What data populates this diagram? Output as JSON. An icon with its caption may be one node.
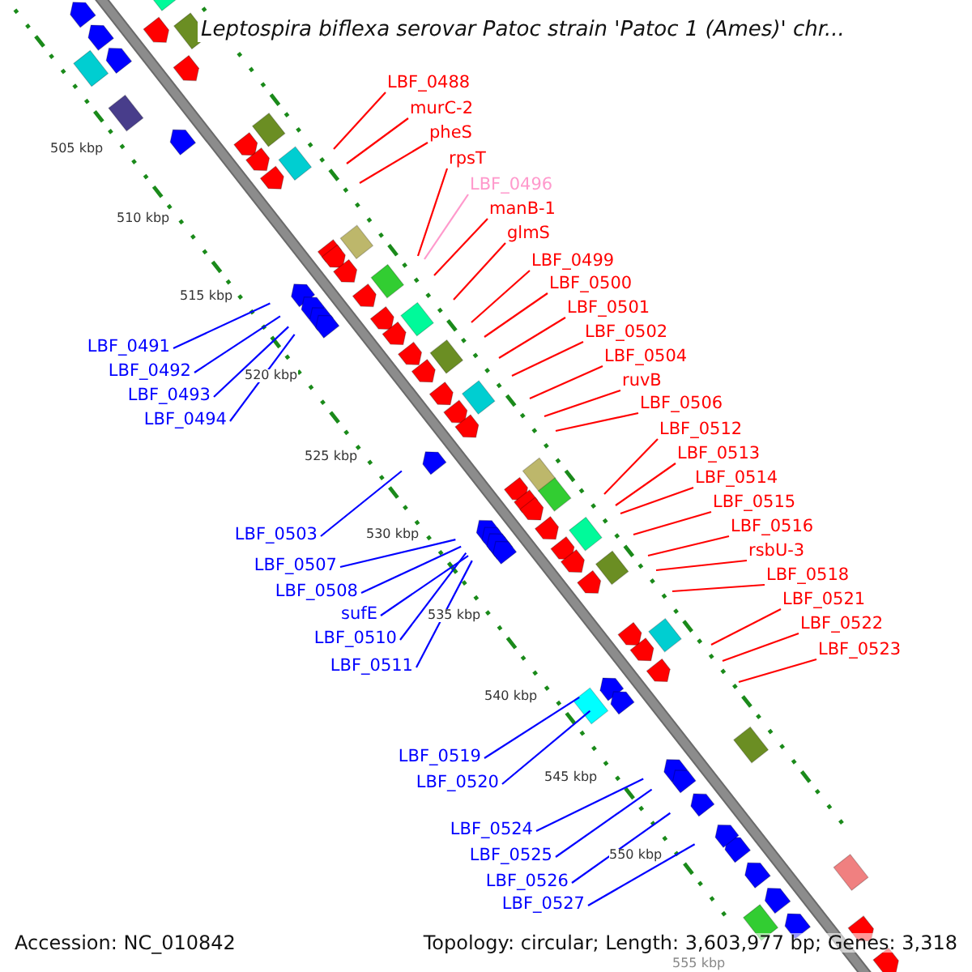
{
  "diagram": {
    "title": "Leptospira biflexa serovar Patoc strain 'Patoc 1 (Ames)' chr...",
    "nodes": [
      {
        "text": [
          "LBF_0488"
        ]
      },
      {
        "text": [
          "murC-2"
        ]
      },
      {
        "text": [
          "pheS"
        ]
      },
      {
        "text": [
          "rpsT"
        ]
      },
      {
        "text": [
          "LBF_0496"
        ]
      },
      {
        "text": [
          "manB-1"
        ]
      },
      {
        "text": [
          "glmS"
        ]
      },
      {
        "text": [
          "LBF_0499"
        ]
      },
      {
        "text": [
          "LBF_0500"
        ]
      },
      {
        "text": [
          "LBF_0501"
        ]
      },
      {
        "text": [
          "LBF_0502"
        ]
      },
      {
        "text": [
          "LBF_0504"
        ]
      },
      {
        "text": [
          "ruvB"
        ]
      },
      {
        "text": [
          "LBF_0506"
        ]
      },
      {
        "text": [
          "LBF_0512"
        ]
      },
      {
        "text": [
          "LBF_0513"
        ]
      },
      {
        "text": [
          "LBF_0514"
        ]
      },
      {
        "text": [
          "LBF_0515"
        ]
      },
      {
        "text": [
          "LBF_0516"
        ]
      },
      {
        "text": [
          "rsbU-3"
        ]
      },
      {
        "text": [
          "LBF_0518"
        ]
      },
      {
        "text": [
          "LBF_0521"
        ]
      },
      {
        "text": [
          "LBF_0522"
        ]
      },
      {
        "text": [
          "LBF_0523"
        ]
      },
      {
        "text": [
          "LBF_0491"
        ]
      },
      {
        "text": [
          "LBF_0492"
        ]
      },
      {
        "text": [
          "LBF_0493"
        ]
      },
      {
        "text": [
          "LBF_0494"
        ]
      },
      {
        "text": [
          "LBF_0503"
        ]
      },
      {
        "text": [
          "LBF_0507"
        ]
      },
      {
        "text": [
          "LBF_0508"
        ]
      },
      {
        "text": [
          "sufE"
        ]
      },
      {
        "text": [
          "LBF_0510"
        ]
      },
      {
        "text": [
          "LBF_0511"
        ]
      },
      {
        "text": [
          "LBF_0519"
        ]
      },
      {
        "text": [
          "LBF_0520"
        ]
      },
      {
        "text": [
          "LBF_0524"
        ]
      },
      {
        "text": [
          "LBF_0525"
        ]
      },
      {
        "text": [
          "LBF_0526"
        ]
      },
      {
        "text": [
          "LBF_0527"
        ]
      }
    ],
    "edges": [
      {
        "from": 0,
        "to": null,
        "arrow": "none"
      },
      {
        "from": 1,
        "to": null,
        "arrow": "none"
      },
      {
        "from": 2,
        "to": null,
        "arrow": "none"
      },
      {
        "from": 3,
        "to": null,
        "arrow": "none"
      },
      {
        "from": 4,
        "to": null,
        "arrow": "none",
        "color": "#ff99cc"
      },
      {
        "from": 5,
        "to": null,
        "arrow": "none"
      },
      {
        "from": 6,
        "to": null,
        "arrow": "none"
      },
      {
        "from": 7,
        "to": null,
        "arrow": "none"
      },
      {
        "from": 8,
        "to": null,
        "arrow": "none"
      },
      {
        "from": 9,
        "to": null,
        "arrow": "none"
      },
      {
        "from": 10,
        "to": null,
        "arrow": "none"
      },
      {
        "from": 11,
        "to": null,
        "arrow": "none"
      },
      {
        "from": 12,
        "to": null,
        "arrow": "none"
      },
      {
        "from": 13,
        "to": null,
        "arrow": "none"
      },
      {
        "from": 14,
        "to": null,
        "arrow": "none"
      },
      {
        "from": 15,
        "to": null,
        "arrow": "none"
      },
      {
        "from": 16,
        "to": null,
        "arrow": "none"
      },
      {
        "from": 17,
        "to": null,
        "arrow": "none"
      },
      {
        "from": 18,
        "to": null,
        "arrow": "none"
      },
      {
        "from": 19,
        "to": null,
        "arrow": "none"
      },
      {
        "from": 20,
        "to": null,
        "arrow": "none"
      },
      {
        "from": 21,
        "to": null,
        "arrow": "none"
      },
      {
        "from": 22,
        "to": null,
        "arrow": "none"
      },
      {
        "from": 23,
        "to": null,
        "arrow": "none"
      },
      {
        "from": 24,
        "to": null,
        "arrow": "none",
        "color": "#0000ff"
      },
      {
        "from": 25,
        "to": null,
        "arrow": "none",
        "color": "#0000ff"
      },
      {
        "from": 26,
        "to": null,
        "arrow": "none",
        "color": "#0000ff"
      },
      {
        "from": 27,
        "to": null,
        "arrow": "none",
        "color": "#0000ff"
      },
      {
        "from": 28,
        "to": null,
        "arrow": "none",
        "color": "#0000ff"
      },
      {
        "from": 29,
        "to": null,
        "arrow": "none",
        "color": "#0000ff"
      },
      {
        "from": 30,
        "to": null,
        "arrow": "none",
        "color": "#0000ff"
      },
      {
        "from": 31,
        "to": null,
        "arrow": "none",
        "color": "#0000ff"
      },
      {
        "from": 32,
        "to": null,
        "arrow": "none",
        "color": "#0000ff"
      },
      {
        "from": 33,
        "to": null,
        "arrow": "none",
        "color": "#0000ff"
      },
      {
        "from": 34,
        "to": null,
        "arrow": "none",
        "color": "#0000ff"
      },
      {
        "from": 35,
        "to": null,
        "arrow": "none",
        "color": "#0000ff"
      },
      {
        "from": 36,
        "to": null,
        "arrow": "none",
        "color": "#0000ff"
      },
      {
        "from": 37,
        "to": null,
        "arrow": "none",
        "color": "#0000ff"
      },
      {
        "from": 38,
        "to": null,
        "arrow": "none",
        "color": "#0000ff"
      },
      {
        "from": 39,
        "to": null,
        "arrow": "none",
        "color": "#0000ff"
      }
    ],
    "labels": [
      "505 kbp",
      "510 kbp",
      "515 kbp",
      "520 kbp",
      "525 kbp",
      "530 kbp",
      "535 kbp",
      "540 kbp",
      "545 kbp",
      "550 kbp",
      "555 kbp",
      "Accession: NC_010842",
      "Topology: circular; Length: 3,603,977 bp; Genes: 3,318"
    ]
  }
}
